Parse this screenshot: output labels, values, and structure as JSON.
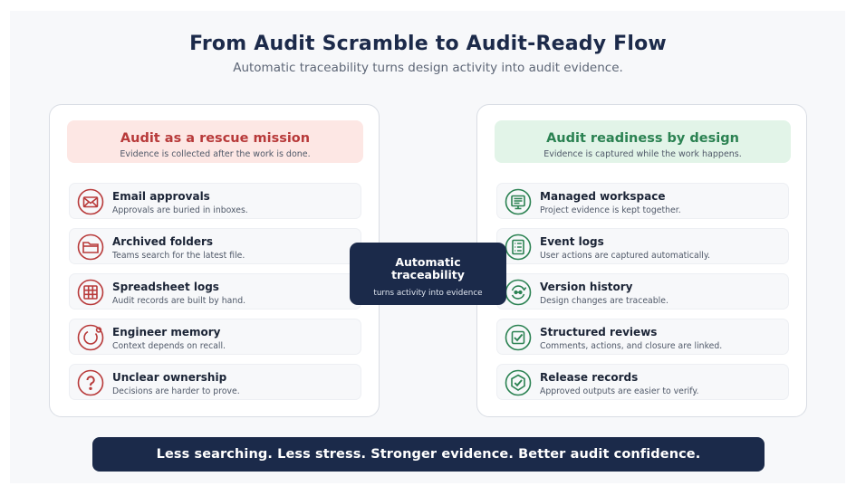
{
  "header": {
    "title": "From Audit Scramble to Audit-Ready Flow",
    "subtitle": "Automatic traceability turns design activity into audit evidence."
  },
  "left": {
    "title": "Audit as a rescue mission",
    "subtitle": "Evidence is collected after the work is done.",
    "accent": "#b83a3a",
    "items": [
      {
        "icon": "envelope-icon",
        "title": "Email approvals",
        "desc": "Approvals are buried in inboxes."
      },
      {
        "icon": "folder-icon",
        "title": "Archived folders",
        "desc": "Teams search for the latest file."
      },
      {
        "icon": "spreadsheet-icon",
        "title": "Spreadsheet logs",
        "desc": "Audit records are built by hand."
      },
      {
        "icon": "memory-icon",
        "title": "Engineer memory",
        "desc": "Context depends on recall."
      },
      {
        "icon": "question-icon",
        "title": "Unclear ownership",
        "desc": "Decisions are harder to prove."
      }
    ]
  },
  "right": {
    "title": "Audit readiness by design",
    "subtitle": "Evidence is captured while the work happens.",
    "accent": "#2b8252",
    "items": [
      {
        "icon": "workspace-icon",
        "title": "Managed workspace",
        "desc": "Project evidence is kept together."
      },
      {
        "icon": "event-log-icon",
        "title": "Event logs",
        "desc": "User actions are captured automatically."
      },
      {
        "icon": "version-history-icon",
        "title": "Version history",
        "desc": "Design changes are traceable."
      },
      {
        "icon": "checkbox-icon",
        "title": "Structured reviews",
        "desc": "Comments, actions, and closure are linked."
      },
      {
        "icon": "release-badge-icon",
        "title": "Release records",
        "desc": "Approved outputs are easier to verify."
      }
    ]
  },
  "center": {
    "line1": "Automatic",
    "line2": "traceability",
    "caption": "turns activity into evidence"
  },
  "banner": {
    "text": "Less searching. Less stress. Stronger evidence. Better audit confidence."
  }
}
